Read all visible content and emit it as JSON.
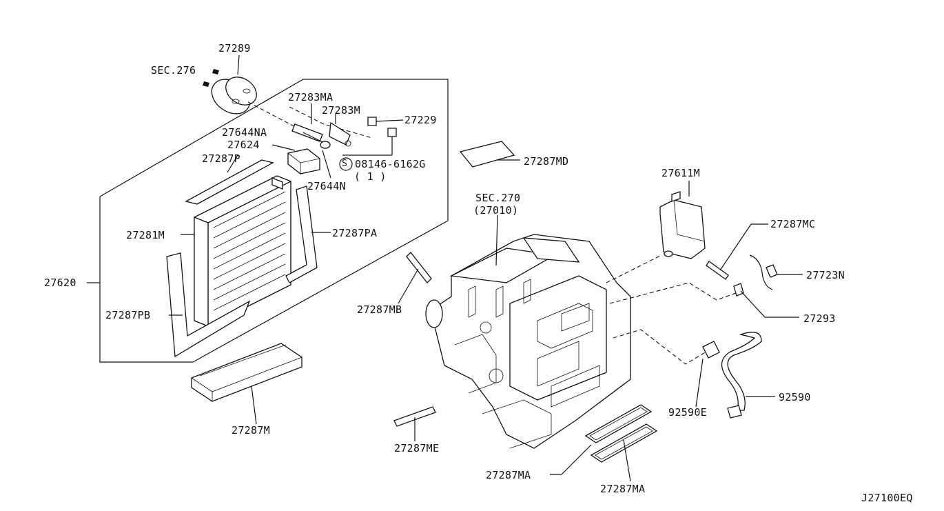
{
  "labels": {
    "p27289": "27289",
    "sec276": "SEC.276",
    "p27283MA": "27283MA",
    "p27283M": "27283M",
    "p27229": "27229",
    "p27644NA": "27644NA",
    "p27624": "27624",
    "bolt_code": "08146-6162G",
    "bolt_qty": "( 1 )",
    "p27644N": "27644N",
    "p27287P": "27287P",
    "p27281M": "27281M",
    "p27287PA": "27287PA",
    "p27620": "27620",
    "p27287PB": "27287PB",
    "p27287M": "27287M",
    "p27287MD": "27287MD",
    "sec270": "SEC.270",
    "sec270_sub": "(27010)",
    "p27287MB": "27287MB",
    "p27287ME": "27287ME",
    "p27287MA_1": "27287MA",
    "p27287MA_2": "27287MA",
    "p27611M": "27611M",
    "p27287MC": "27287MC",
    "p27723N": "27723N",
    "p27293": "27293",
    "p92590": "92590",
    "p92590E": "92590E",
    "diagram_code": "J27100EQ"
  }
}
